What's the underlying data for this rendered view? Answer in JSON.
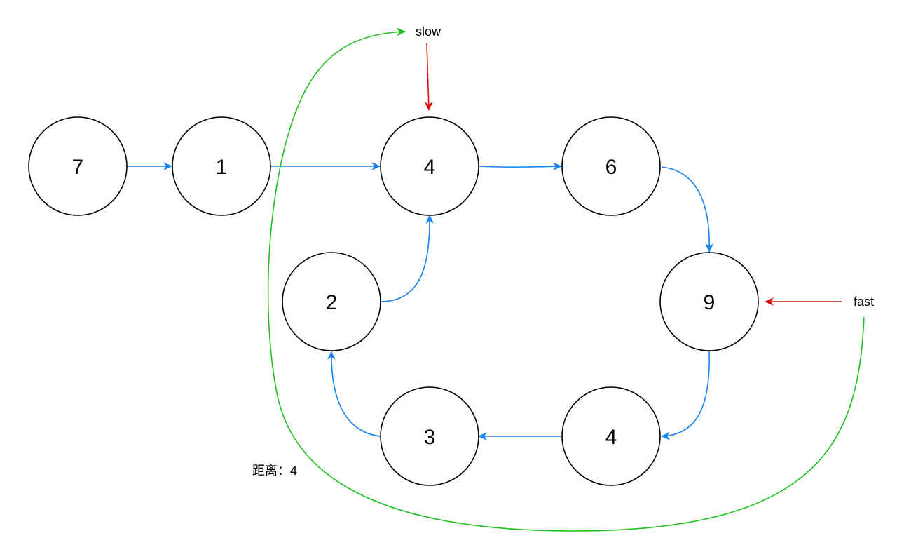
{
  "colors": {
    "link": "#1a84f0",
    "pointer": "#e01010",
    "distance": "#1ec01e",
    "node_stroke": "#000000"
  },
  "nodes": [
    {
      "id": "n7",
      "value": "7"
    },
    {
      "id": "n1",
      "value": "1"
    },
    {
      "id": "n4a",
      "value": "4"
    },
    {
      "id": "n6",
      "value": "6"
    },
    {
      "id": "n9",
      "value": "9"
    },
    {
      "id": "n4b",
      "value": "4"
    },
    {
      "id": "n3",
      "value": "3"
    },
    {
      "id": "n2",
      "value": "2"
    }
  ],
  "links": [
    {
      "from": "n7",
      "to": "n1"
    },
    {
      "from": "n1",
      "to": "n4a"
    },
    {
      "from": "n4a",
      "to": "n6"
    },
    {
      "from": "n6",
      "to": "n9"
    },
    {
      "from": "n9",
      "to": "n4b"
    },
    {
      "from": "n4b",
      "to": "n3"
    },
    {
      "from": "n3",
      "to": "n2"
    },
    {
      "from": "n2",
      "to": "n4a"
    }
  ],
  "pointers": {
    "slow": {
      "label": "slow",
      "target": "n4a"
    },
    "fast": {
      "label": "fast",
      "target": "n9"
    }
  },
  "distance": {
    "label": "距离：4",
    "from": "fast",
    "to": "slow"
  }
}
